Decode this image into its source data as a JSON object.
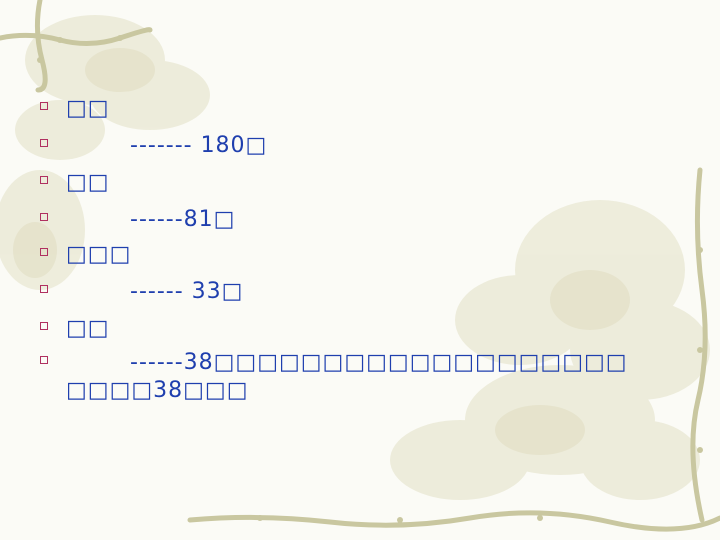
{
  "slide": {
    "items": [
      {
        "text": "□□"
      },
      {
        "text": "------- 180□"
      },
      {
        "text": "□□"
      },
      {
        "text": "------81□"
      },
      {
        "text": "□□□"
      },
      {
        "text": "------ 33□"
      },
      {
        "text": "□□"
      },
      {
        "text": "------38□□□□□□□□□□□□□□□□□□□"
      }
    ],
    "continuation": "□□□□38□□□"
  },
  "colors": {
    "text": "#1f3fae",
    "bullet": "#b03060",
    "background": "#fbfbf6",
    "vine": "#c9c7a0"
  }
}
